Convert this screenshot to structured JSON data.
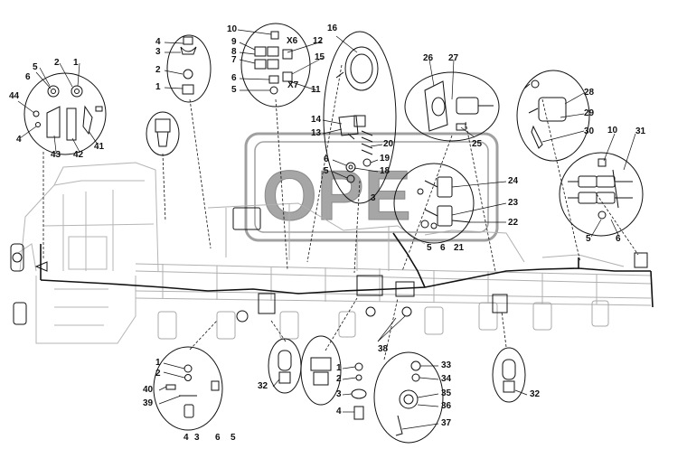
{
  "colors": {
    "ink": "#111111",
    "gray": "#bdbdbd",
    "watermark": "#9a9a9a"
  },
  "watermark": {
    "text": "OPE"
  },
  "callouts": [
    "1",
    "2",
    "3",
    "4",
    "5",
    "6",
    "7",
    "8",
    "9",
    "10",
    "11",
    "12",
    "13",
    "14",
    "15",
    "16",
    "18",
    "19",
    "20",
    "21",
    "22",
    "23",
    "24",
    "25",
    "26",
    "27",
    "28",
    "29",
    "30",
    "31",
    "32",
    "33",
    "34",
    "35",
    "36",
    "37",
    "38",
    "39",
    "40",
    "41",
    "42",
    "43",
    "44",
    "X6",
    "X7"
  ],
  "labels": {
    "c1": "4",
    "c2": "3",
    "c3": "2",
    "c4": "1",
    "c5": "10",
    "c6": "9",
    "c7": "8",
    "c8": "7",
    "c9": "6",
    "c10": "5",
    "c11": "X6",
    "c12": "12",
    "c13": "15",
    "c14": "X7",
    "c15": "11",
    "c16": "16",
    "c17": "5",
    "c18": "2",
    "c19": "1",
    "c20": "6",
    "c21": "44",
    "c22": "4",
    "c23": "43",
    "c24": "42",
    "c25": "41",
    "c26": "26",
    "c27": "27",
    "c28": "25",
    "c29": "28",
    "c30": "29",
    "c31": "30",
    "c32": "10",
    "c33": "31",
    "c34": "5",
    "c35": "6",
    "c36": "14",
    "c37": "13",
    "c38": "20",
    "c39": "19",
    "c40": "18",
    "c41": "6",
    "c42": "5",
    "c43": "3",
    "c44": "24",
    "c45": "23",
    "c46": "22",
    "c47": "5",
    "c48": "6",
    "c49": "21",
    "c50": "1",
    "c51": "2",
    "c52": "40",
    "c53": "39",
    "c54": "4",
    "c55": "3",
    "c56": "6",
    "c57": "5",
    "c58": "32",
    "c59": "1",
    "c60": "2",
    "c61": "3",
    "c62": "4",
    "c63": "38",
    "c64": "33",
    "c65": "34",
    "c66": "35",
    "c67": "36",
    "c68": "37",
    "c69": "32"
  }
}
